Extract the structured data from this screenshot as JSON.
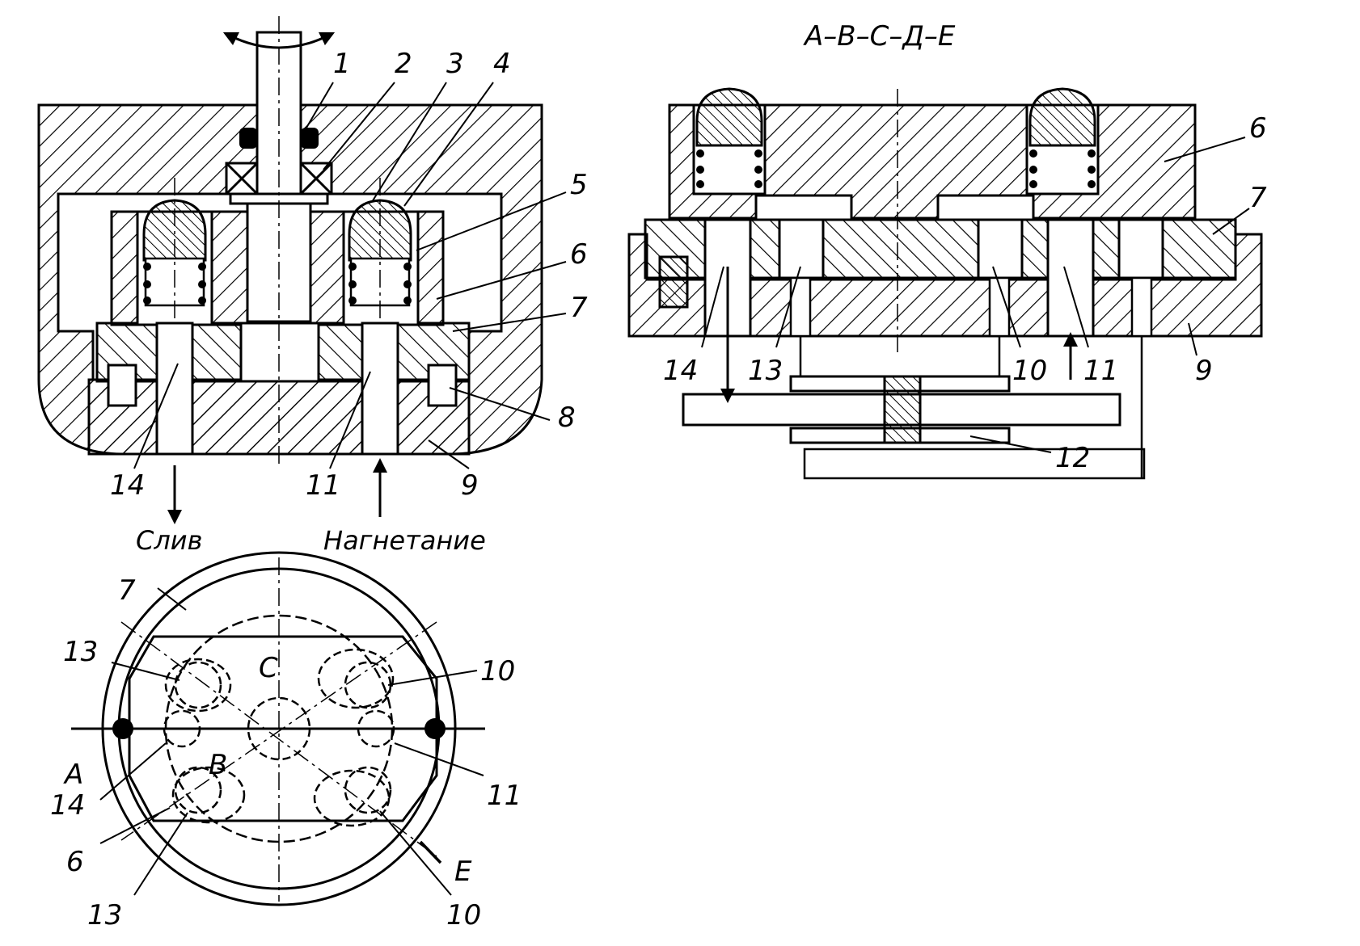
{
  "section_title": "A–B–C–Д–E",
  "captions": {
    "drain": "Слив",
    "pressure": "Нагнетание"
  },
  "left_labels": [
    "1",
    "2",
    "3",
    "4",
    "5",
    "6",
    "7",
    "8",
    "9",
    "11",
    "14"
  ],
  "right_labels": [
    "6",
    "7",
    "9",
    "10",
    "11",
    "12",
    "13",
    "14"
  ],
  "bottom_labels": {
    "seven": "7",
    "thirteen_top": "13",
    "c": "C",
    "ten_top": "10",
    "a": "A",
    "b": "B",
    "eleven": "11",
    "fourteen": "14",
    "six": "6",
    "e": "E",
    "thirteen_bottom": "13",
    "ten_bottom": "10"
  }
}
